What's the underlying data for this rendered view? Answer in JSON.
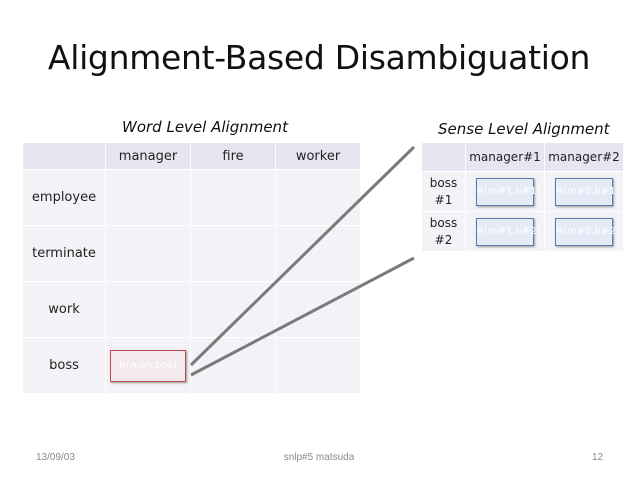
{
  "title": "Alignment-Based Disambiguation",
  "word_alignment": {
    "caption": "Word Level Alignment",
    "columns": [
      "manager",
      "fire",
      "worker"
    ],
    "rows": [
      "employee",
      "terminate",
      "work",
      "boss"
    ],
    "highlight_cell": "R(man,bos)"
  },
  "sense_alignment": {
    "caption": "Sense Level Alignment",
    "columns": [
      "manager#1",
      "manager#2"
    ],
    "rows": [
      {
        "word": "boss",
        "sense": "#1",
        "cells": [
          "R(m#1,b#1)",
          "R(m#2,b#1)"
        ]
      },
      {
        "word": "boss",
        "sense": "#2",
        "cells": [
          "R(m#1,b#2)",
          "R(m#2,b#2)"
        ]
      }
    ]
  },
  "footer": {
    "date": "13/09/03",
    "center": "snlp#5 matsuda",
    "page": "12"
  }
}
